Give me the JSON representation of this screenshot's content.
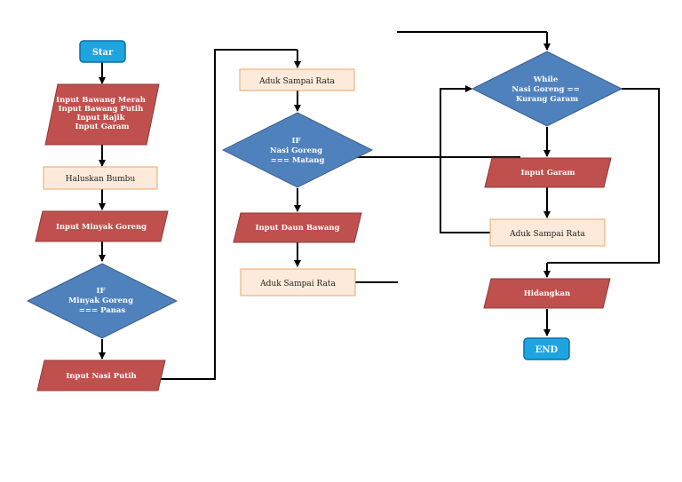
{
  "colors": {
    "terminal_fill": "#1ea5e0",
    "terminal_stroke": "#0a6fa8",
    "io_fill": "#c0504d",
    "io_stroke": "#8c3836",
    "process_fill": "#fdeada",
    "process_stroke": "#e9a66e",
    "decision_fill": "#4f81bd",
    "decision_stroke": "#385d8a"
  },
  "nodes": {
    "start": {
      "label": "Star"
    },
    "input_ingredients": {
      "lines": [
        "Input Bawang Merah",
        "Input Bawang Putih",
        "Input Rajik",
        "Input Garam"
      ]
    },
    "haluskan": {
      "label": "Haluskan Bumbu"
    },
    "input_minyak": {
      "label": "Input Minyak Goreng"
    },
    "if_minyak": {
      "lines": [
        "IF",
        "Minyak Goreng",
        "=== Panas"
      ]
    },
    "input_nasi": {
      "label": "Input Nasi Putih"
    },
    "aduk_1": {
      "label": "Aduk Sampai Rata"
    },
    "if_nasi": {
      "lines": [
        "IF",
        "Nasi Goreng",
        "=== Matang"
      ]
    },
    "input_daun": {
      "label": "Input Daun Bawang"
    },
    "aduk_2": {
      "label": "Aduk Sampai Rata"
    },
    "while_nasi": {
      "lines": [
        "While",
        "Nasi Goreng ==",
        "Kurang Garam"
      ]
    },
    "input_garam": {
      "label": "Input Garam"
    },
    "aduk_3": {
      "label": "Aduk Sampai Rata"
    },
    "hidangkan": {
      "label": "Hidangkan"
    },
    "end": {
      "label": "END"
    }
  }
}
